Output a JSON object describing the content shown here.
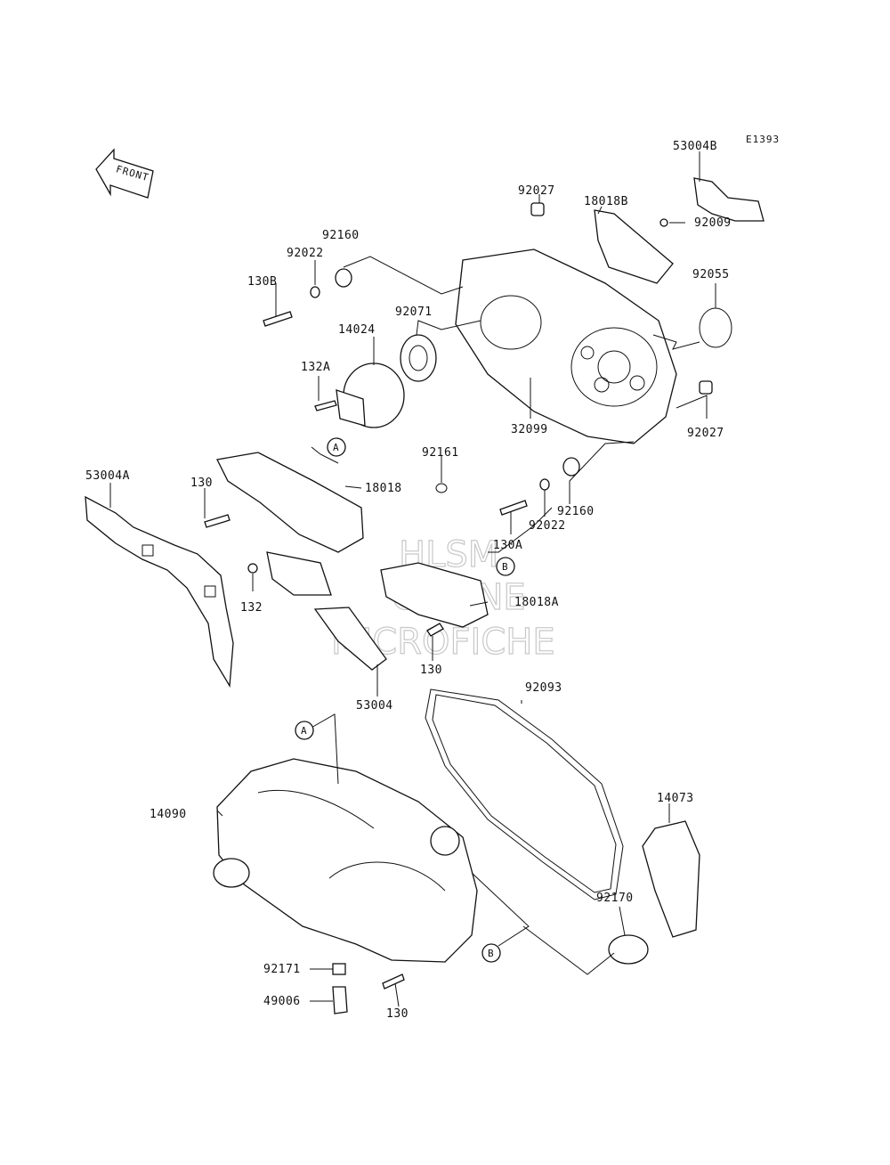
{
  "diagram_code": "E1393",
  "front_label": "FRONT",
  "watermark": {
    "line1": "HLSM",
    "line2": "ONLINE",
    "line3": "MICROFICHE"
  },
  "callouts": {
    "A": "A",
    "B": "B"
  },
  "parts": {
    "p53004B": "53004B",
    "p92027_top": "92027",
    "p18018B": "18018B",
    "p92009": "92009",
    "p92055": "92055",
    "p92160_top": "92160",
    "p92022_top": "92022",
    "p130B": "130B",
    "p92071": "92071",
    "p14024": "14024",
    "p132A": "132A",
    "p32099": "32099",
    "p92027_right": "92027",
    "p53004A": "53004A",
    "p130_left": "130",
    "p18018": "18018",
    "p92161": "92161",
    "p92160_mid": "92160",
    "p92022_mid": "92022",
    "p130A": "130A",
    "p18018A": "18018A",
    "p132": "132",
    "p130_mid": "130",
    "p53004": "53004",
    "p92093": "92093",
    "p14073": "14073",
    "p14090": "14090",
    "p92170": "92170",
    "p92171": "92171",
    "p49006": "49006",
    "p130_bottom": "130"
  }
}
